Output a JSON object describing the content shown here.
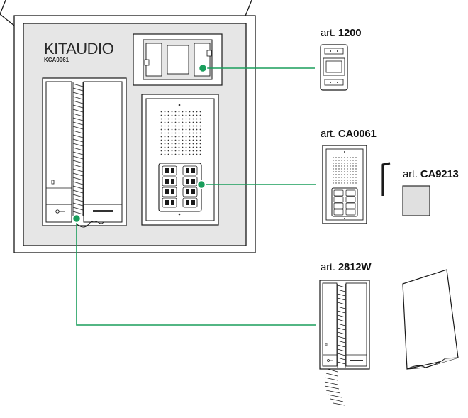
{
  "kit": {
    "brand": "KITAUDIO",
    "code": "KCA0061"
  },
  "components": [
    {
      "prefix": "art.",
      "code": "1200"
    },
    {
      "prefix": "art.",
      "code": "CA0061"
    },
    {
      "prefix": "art.",
      "code": "CA9213"
    },
    {
      "prefix": "art.",
      "code": "2812W"
    }
  ],
  "colors": {
    "connector": "#1a9e5c",
    "box": "#e6e6e6",
    "outline": "#1a1a1a"
  }
}
